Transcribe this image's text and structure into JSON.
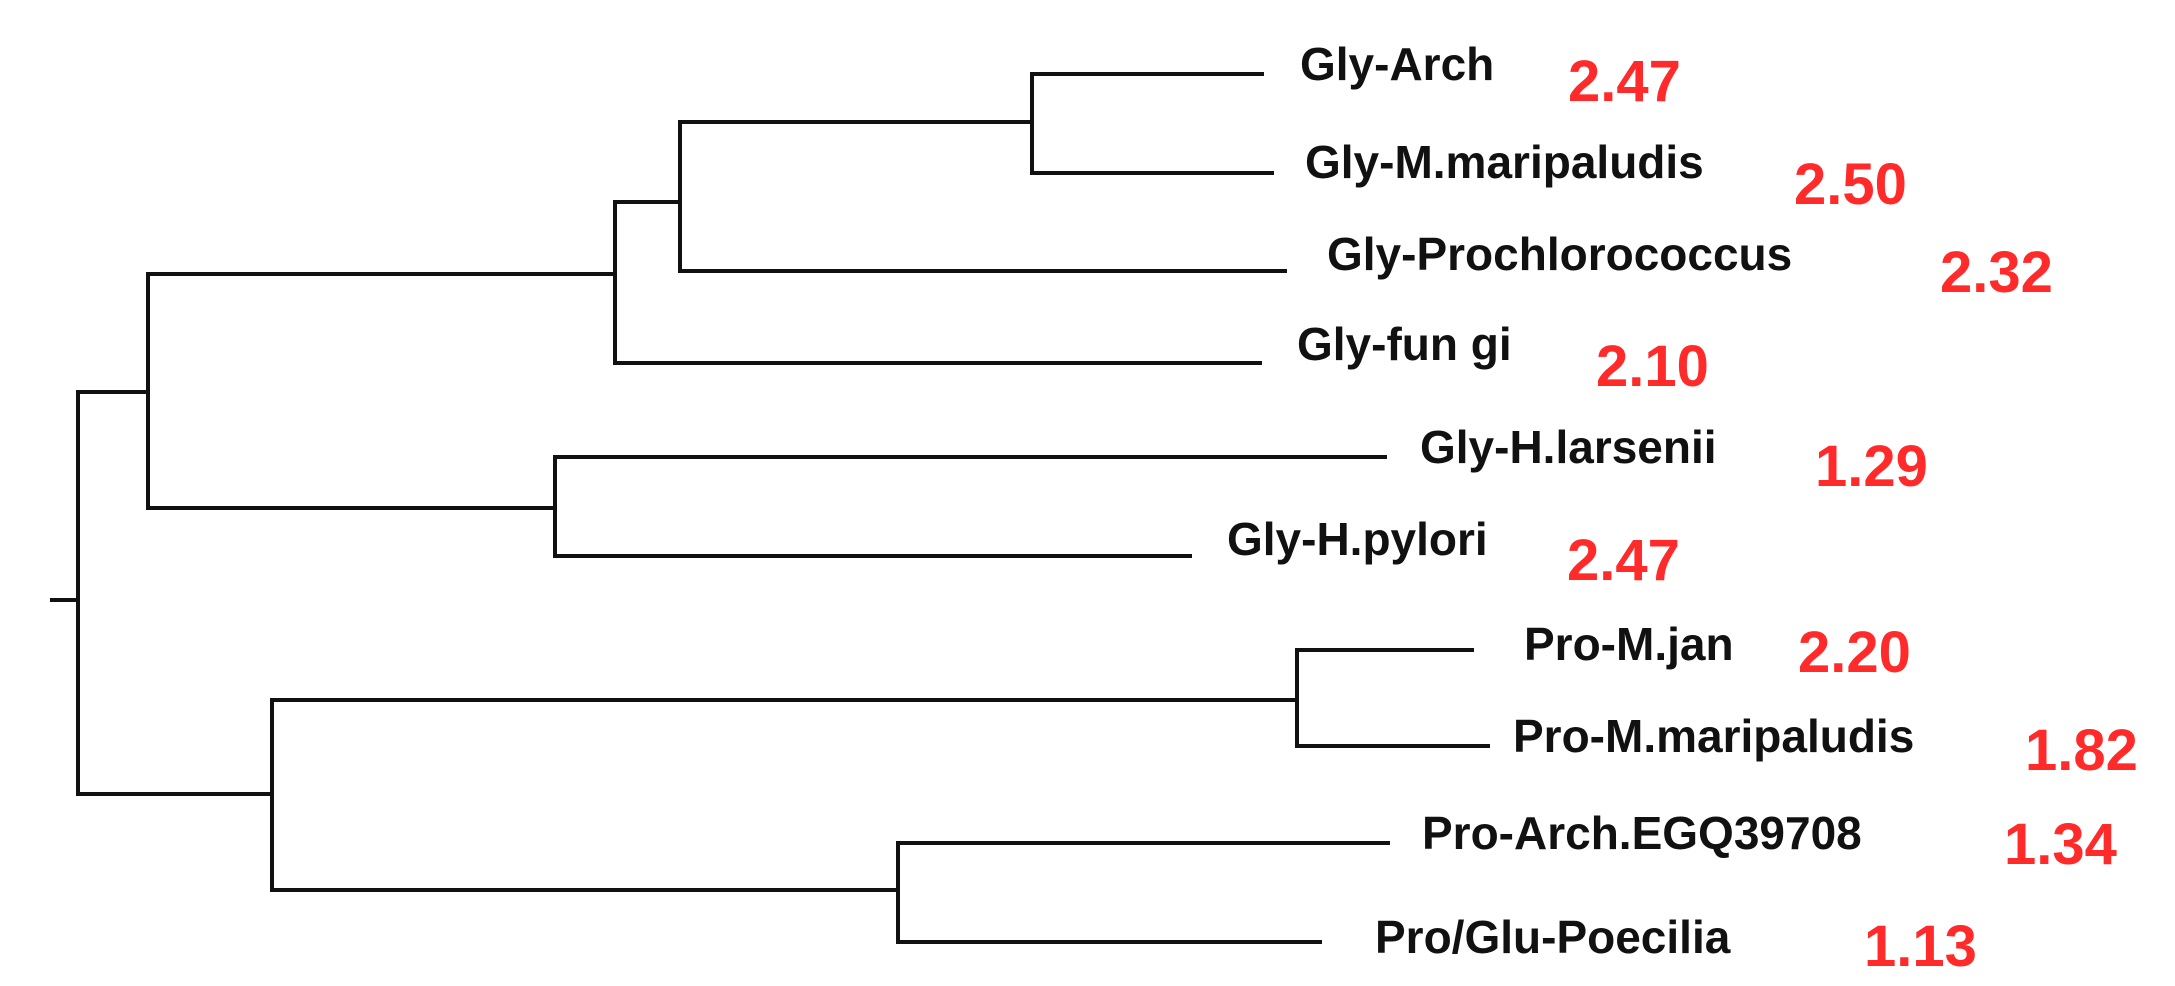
{
  "colors": {
    "branch": "#111111",
    "label": "#111111",
    "value": "#ff2a2a"
  },
  "tree": {
    "leaves": [
      {
        "id": "gly-arch",
        "label": "Gly-Arch",
        "value": "2.47"
      },
      {
        "id": "gly-m-maripaludis",
        "label": "Gly-M.maripaludis",
        "value": "2.50"
      },
      {
        "id": "gly-prochlorococcus",
        "label": "Gly-Prochlorococcus",
        "value": "2.32"
      },
      {
        "id": "gly-fungi",
        "label": "Gly-fun gi",
        "value": "2.10"
      },
      {
        "id": "gly-h-larsenii",
        "label": "Gly-H.larsenii",
        "value": "1.29"
      },
      {
        "id": "gly-h-pylori",
        "label": "Gly-H.pylori",
        "value": "2.47"
      },
      {
        "id": "pro-m-jan",
        "label": "Pro-M.jan",
        "value": "2.20"
      },
      {
        "id": "pro-m-maripaludis",
        "label": "Pro-M.maripaludis",
        "value": "1.82"
      },
      {
        "id": "pro-arch-egq39708",
        "label": "Pro-Arch.EGQ39708",
        "value": "1.34"
      },
      {
        "id": "pro-glu-poecilia",
        "label": "Pro/Glu-Poecilia",
        "value": "1.13"
      }
    ]
  }
}
